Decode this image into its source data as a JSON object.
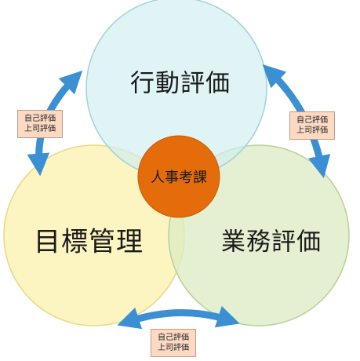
{
  "diagram": {
    "circles": [
      {
        "id": "action",
        "label": "行動評価",
        "fill": "#cfeef1",
        "stroke": "#9ed3da"
      },
      {
        "id": "goal",
        "label": "目標管理",
        "fill": "#fbf1b0",
        "stroke": "#e8d888"
      },
      {
        "id": "work",
        "label": "業務評価",
        "fill": "#ddecc4",
        "stroke": "#b8d196"
      }
    ],
    "center": {
      "label": "人事考課",
      "fill": "#e46c0a"
    },
    "badges": [
      {
        "line1": "自己評価",
        "line2": "上司評価"
      },
      {
        "line1": "自己評価",
        "line2": "上司評価"
      },
      {
        "line1": "自己評価",
        "line2": "上司評価"
      }
    ],
    "colors": {
      "arrow": "#3b8fd3",
      "badge_fill": "#fcd9c3",
      "badge_border": "#c39a80"
    }
  }
}
